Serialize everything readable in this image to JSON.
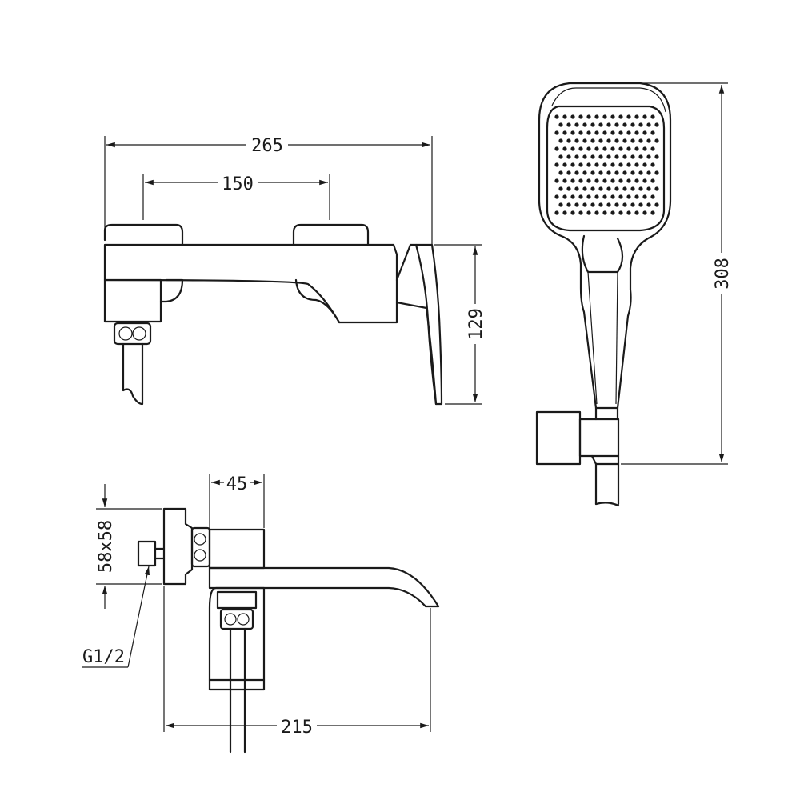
{
  "dimensions": {
    "overall_width": "265",
    "handle_spacing": "150",
    "height_front": "129",
    "shower_length": "308",
    "depth": "45",
    "flange": "58x58",
    "thread": "G1/2",
    "spout_reach": "215"
  },
  "colors": {
    "line": "#1a1a1a",
    "background": "#ffffff"
  }
}
